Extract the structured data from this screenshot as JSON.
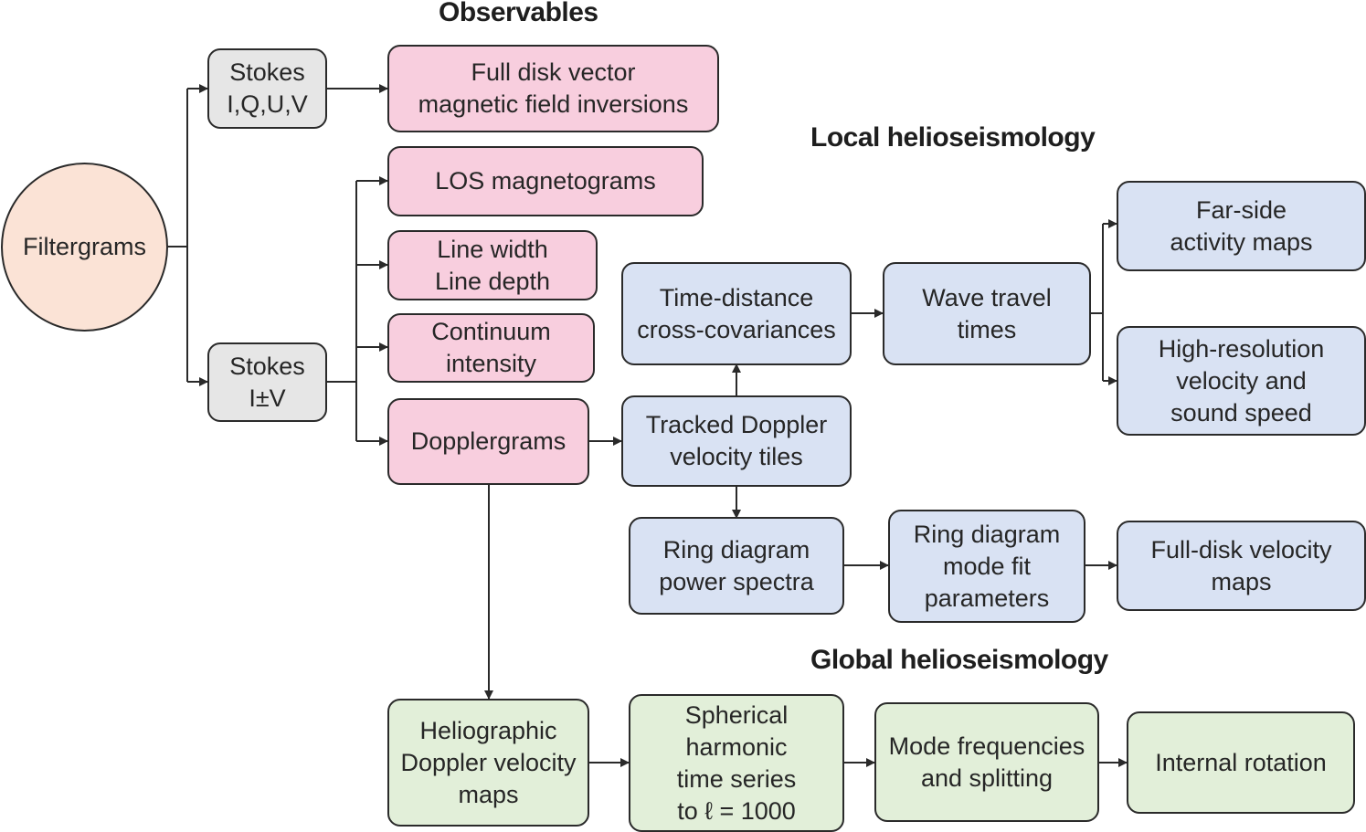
{
  "headings": {
    "observables": "Observables",
    "local": "Local helioseismology",
    "global": "Global helioseismology"
  },
  "colors": {
    "filtergrams": "#fbe3d6",
    "stokes": "#e6e6e6",
    "observables": "#f8cede",
    "local": "#d9e2f3",
    "global": "#e2efd9",
    "stroke": "#2a2a2a"
  },
  "nodes": {
    "filtergrams": "Filtergrams",
    "stokes_iquv": "Stokes\nI,Q,U,V",
    "stokes_ipv": "Stokes\nI±V",
    "vector_inversions": "Full disk vector\nmagnetic field inversions",
    "los_magnetograms": "LOS magnetograms",
    "line_width_depth": "Line width\nLine depth",
    "continuum": "Continuum\nintensity",
    "dopplergrams": "Dopplergrams",
    "time_distance": "Time-distance\ncross-covariances",
    "tracked_tiles": "Tracked Doppler\nvelocity tiles",
    "wave_travel": "Wave travel\ntimes",
    "far_side": "Far-side\nactivity maps",
    "high_res": "High-resolution\nvelocity and\nsound speed",
    "ring_power": "Ring diagram\npower spectra",
    "ring_fit": "Ring diagram\nmode fit\nparameters",
    "full_disk_velocity": "Full-disk velocity\nmaps",
    "heliographic": "Heliographic\nDoppler velocity\nmaps",
    "spherical_harmonic": "Spherical\nharmonic\ntime series\nto ℓ = 1000",
    "mode_frequencies": "Mode frequencies\nand splitting",
    "internal_rotation": "Internal rotation"
  }
}
